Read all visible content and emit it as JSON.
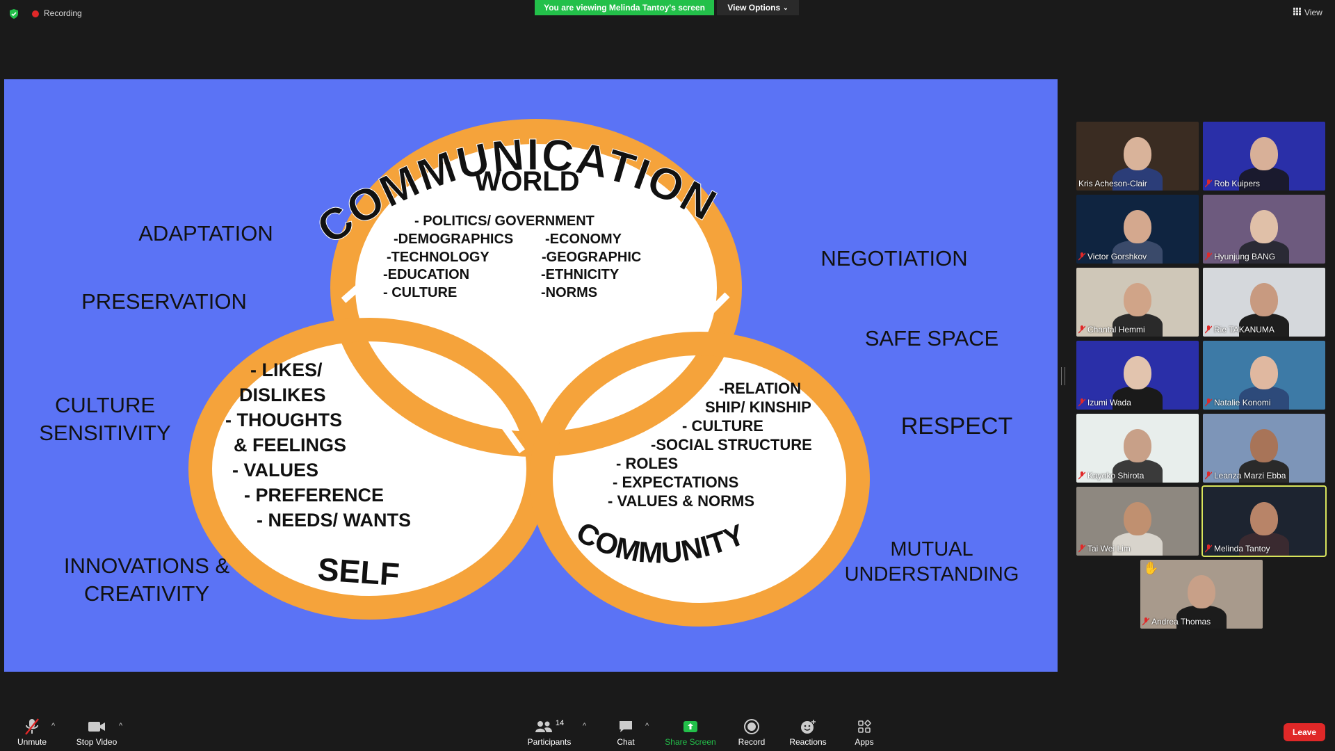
{
  "topbar": {
    "recording_label": "Recording",
    "viewing_banner": "You are viewing Melinda Tantoy's screen",
    "view_options_label": "View Options",
    "view_label": "View",
    "banner_color": "#23c04a",
    "recording_color": "#e02828"
  },
  "slide": {
    "background": "#5b73f5",
    "ring_color": "#f5a33b",
    "arc_title": "COMMUNICATION",
    "world": {
      "title": "WORLD",
      "items_left": [
        "- POLITICS/ GOVERNMENT",
        "-DEMOGRAPHICS",
        "-TECHNOLOGY",
        "-EDUCATION",
        "- CULTURE"
      ],
      "items_right": [
        "-ECONOMY",
        "-GEOGRAPHIC",
        "-ETHNICITY",
        "-NORMS"
      ]
    },
    "self": {
      "title": "SELF",
      "items": [
        "- LIKES/",
        "DISLIKES",
        "- THOUGHTS",
        "& FEELINGS",
        "- VALUES",
        "- PREFERENCE",
        "- NEEDS/ WANTS"
      ]
    },
    "community": {
      "title": "COMMUNITY",
      "items": [
        "-RELATION",
        "SHIP/ KINSHIP",
        "- CULTURE",
        "-SOCIAL STRUCTURE",
        "- ROLES",
        "- EXPECTATIONS",
        "- VALUES & NORMS"
      ]
    },
    "left_words": {
      "adaptation": "ADAPTATION",
      "preservation": "PRESERVATION",
      "culture_1": "CULTURE",
      "culture_2": "SENSITIVITY",
      "innov_1": "INNOVATIONS &",
      "innov_2": "CREATIVITY"
    },
    "right_words": {
      "negotiation": "NEGOTIATION",
      "safe_space": "SAFE SPACE",
      "respect": "RESPECT",
      "mutual_1": "MUTUAL",
      "mutual_2": "UNDERSTANDING"
    }
  },
  "participants": [
    {
      "name": "Kris Acheson-Clair",
      "muted": false,
      "bg": "#3a2c22",
      "skin": "#d9b39a",
      "shirt": "#2b3d78"
    },
    {
      "name": "Rob Kuipers",
      "muted": true,
      "bg": "#2a2fa8",
      "skin": "#d8b098",
      "shirt": "#1a1a2e"
    },
    {
      "name": "Victor Gorshkov",
      "muted": true,
      "bg": "#0f2440",
      "skin": "#d4a88e",
      "shirt": "#3a4a6a"
    },
    {
      "name": "Hyunjung BANG",
      "muted": true,
      "bg": "#6d5a7e",
      "skin": "#e0c0a8",
      "shirt": "#2a2a35"
    },
    {
      "name": "Chantal Hemmi",
      "muted": true,
      "bg": "#cfc7b8",
      "skin": "#d0a488",
      "shirt": "#2a2a2a"
    },
    {
      "name": "Rie TAKANUMA",
      "muted": true,
      "bg": "#d5d8dc",
      "skin": "#c89a80",
      "shirt": "#1e1e1e"
    },
    {
      "name": "Izumi Wada",
      "muted": true,
      "bg": "#2a2fa8",
      "skin": "#e2c4ae",
      "shirt": "#1a1a1a"
    },
    {
      "name": "Natalie Konomi",
      "muted": true,
      "bg": "#3d7aa6",
      "skin": "#e0b8a0",
      "shirt": "#2d4a7a"
    },
    {
      "name": "Kayoko Shirota",
      "muted": true,
      "bg": "#e8eeec",
      "skin": "#c8a088",
      "shirt": "#3a3a3a"
    },
    {
      "name": "Leanza Marzi Ebba",
      "muted": true,
      "bg": "#7d95b8",
      "skin": "#a87458",
      "shirt": "#2a2a2a"
    },
    {
      "name": "Tai Wei Lim",
      "muted": true,
      "bg": "#8e8880",
      "skin": "#c09070",
      "shirt": "#d8d4cc"
    },
    {
      "name": "Melinda Tantoy",
      "muted": true,
      "bg": "#1d2430",
      "skin": "#b88468",
      "shirt": "#3a2a30",
      "active": true
    },
    {
      "name": "Andrea Thomas",
      "muted": true,
      "bg": "#a89a8c",
      "skin": "#c8a088",
      "shirt": "#1c1c1c",
      "hand": true
    }
  ],
  "toolbar": {
    "unmute": "Unmute",
    "stop_video": "Stop Video",
    "participants": "Participants",
    "participants_count": "14",
    "chat": "Chat",
    "share_screen": "Share Screen",
    "record": "Record",
    "reactions": "Reactions",
    "apps": "Apps",
    "leave": "Leave",
    "share_color": "#23c04a",
    "leave_color": "#e02828"
  }
}
